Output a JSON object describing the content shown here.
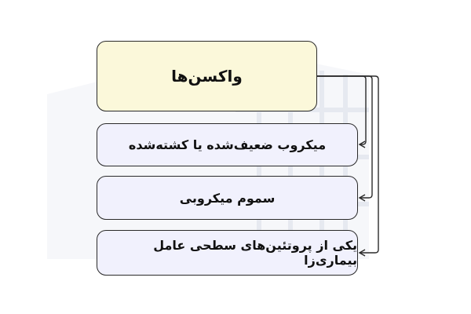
{
  "diagram": {
    "root": {
      "label": "واکسن‌ها"
    },
    "children": [
      {
        "label": "میکروب ضعیف‌شده یا کشته‌شده"
      },
      {
        "label": "سموم میکروبی"
      },
      {
        "label": "یکی از پروتئین‌های سطحی عامل بیماری‌زا"
      }
    ]
  },
  "colors": {
    "root_fill": "#fbf8da",
    "child_fill": "#f1f1fd",
    "stroke": "#2a2a2a",
    "watermark": "#eef0f5"
  },
  "watermark": {
    "icon": "grid-watermark-icon"
  }
}
